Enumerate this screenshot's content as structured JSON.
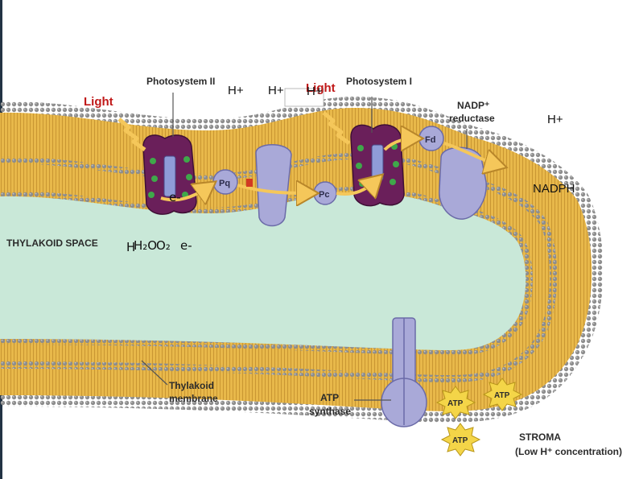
{
  "labels": {
    "photosystem_ii": "Photosystem II",
    "photosystem_i": "Photosystem I",
    "nadp_reductase_line1": "NADP⁺",
    "nadp_reductase_line2": "reductase",
    "thylakoid_space": "THYLAKOID SPACE",
    "thylakoid_membrane_line1": "Thylakoid",
    "thylakoid_membrane_line2": "membrane",
    "atp_synthase_line1": "ATP",
    "atp_synthase_line2": "synthase",
    "stroma_line1": "STROMA",
    "stroma_line2": "(Low H⁺ concentration)",
    "pq": "Pq",
    "pc": "Pc",
    "fd": "Fd",
    "atp": "ATP"
  },
  "overlays": {
    "light_left": "Light",
    "light_right": "Light",
    "h_plus_1": "H+",
    "h_plus_2": "H+",
    "h_plus_3": "H+",
    "h_plus_4": "H+",
    "nadph": "NADPH",
    "e_minus_1": "e-",
    "e_minus_2": "e-",
    "h2o": "H₂O",
    "o2": "O₂",
    "h_combined": "H"
  },
  "colors": {
    "membrane_yellow": "#e8b84a",
    "head_gray": "#8a8a8a",
    "lumen_green": "#c9e8d8",
    "protein_purple": "#a9a9d8",
    "ps_dark": "#6a1f5a",
    "arrow_yellow": "#f5c75a",
    "light_red": "#c01818"
  }
}
